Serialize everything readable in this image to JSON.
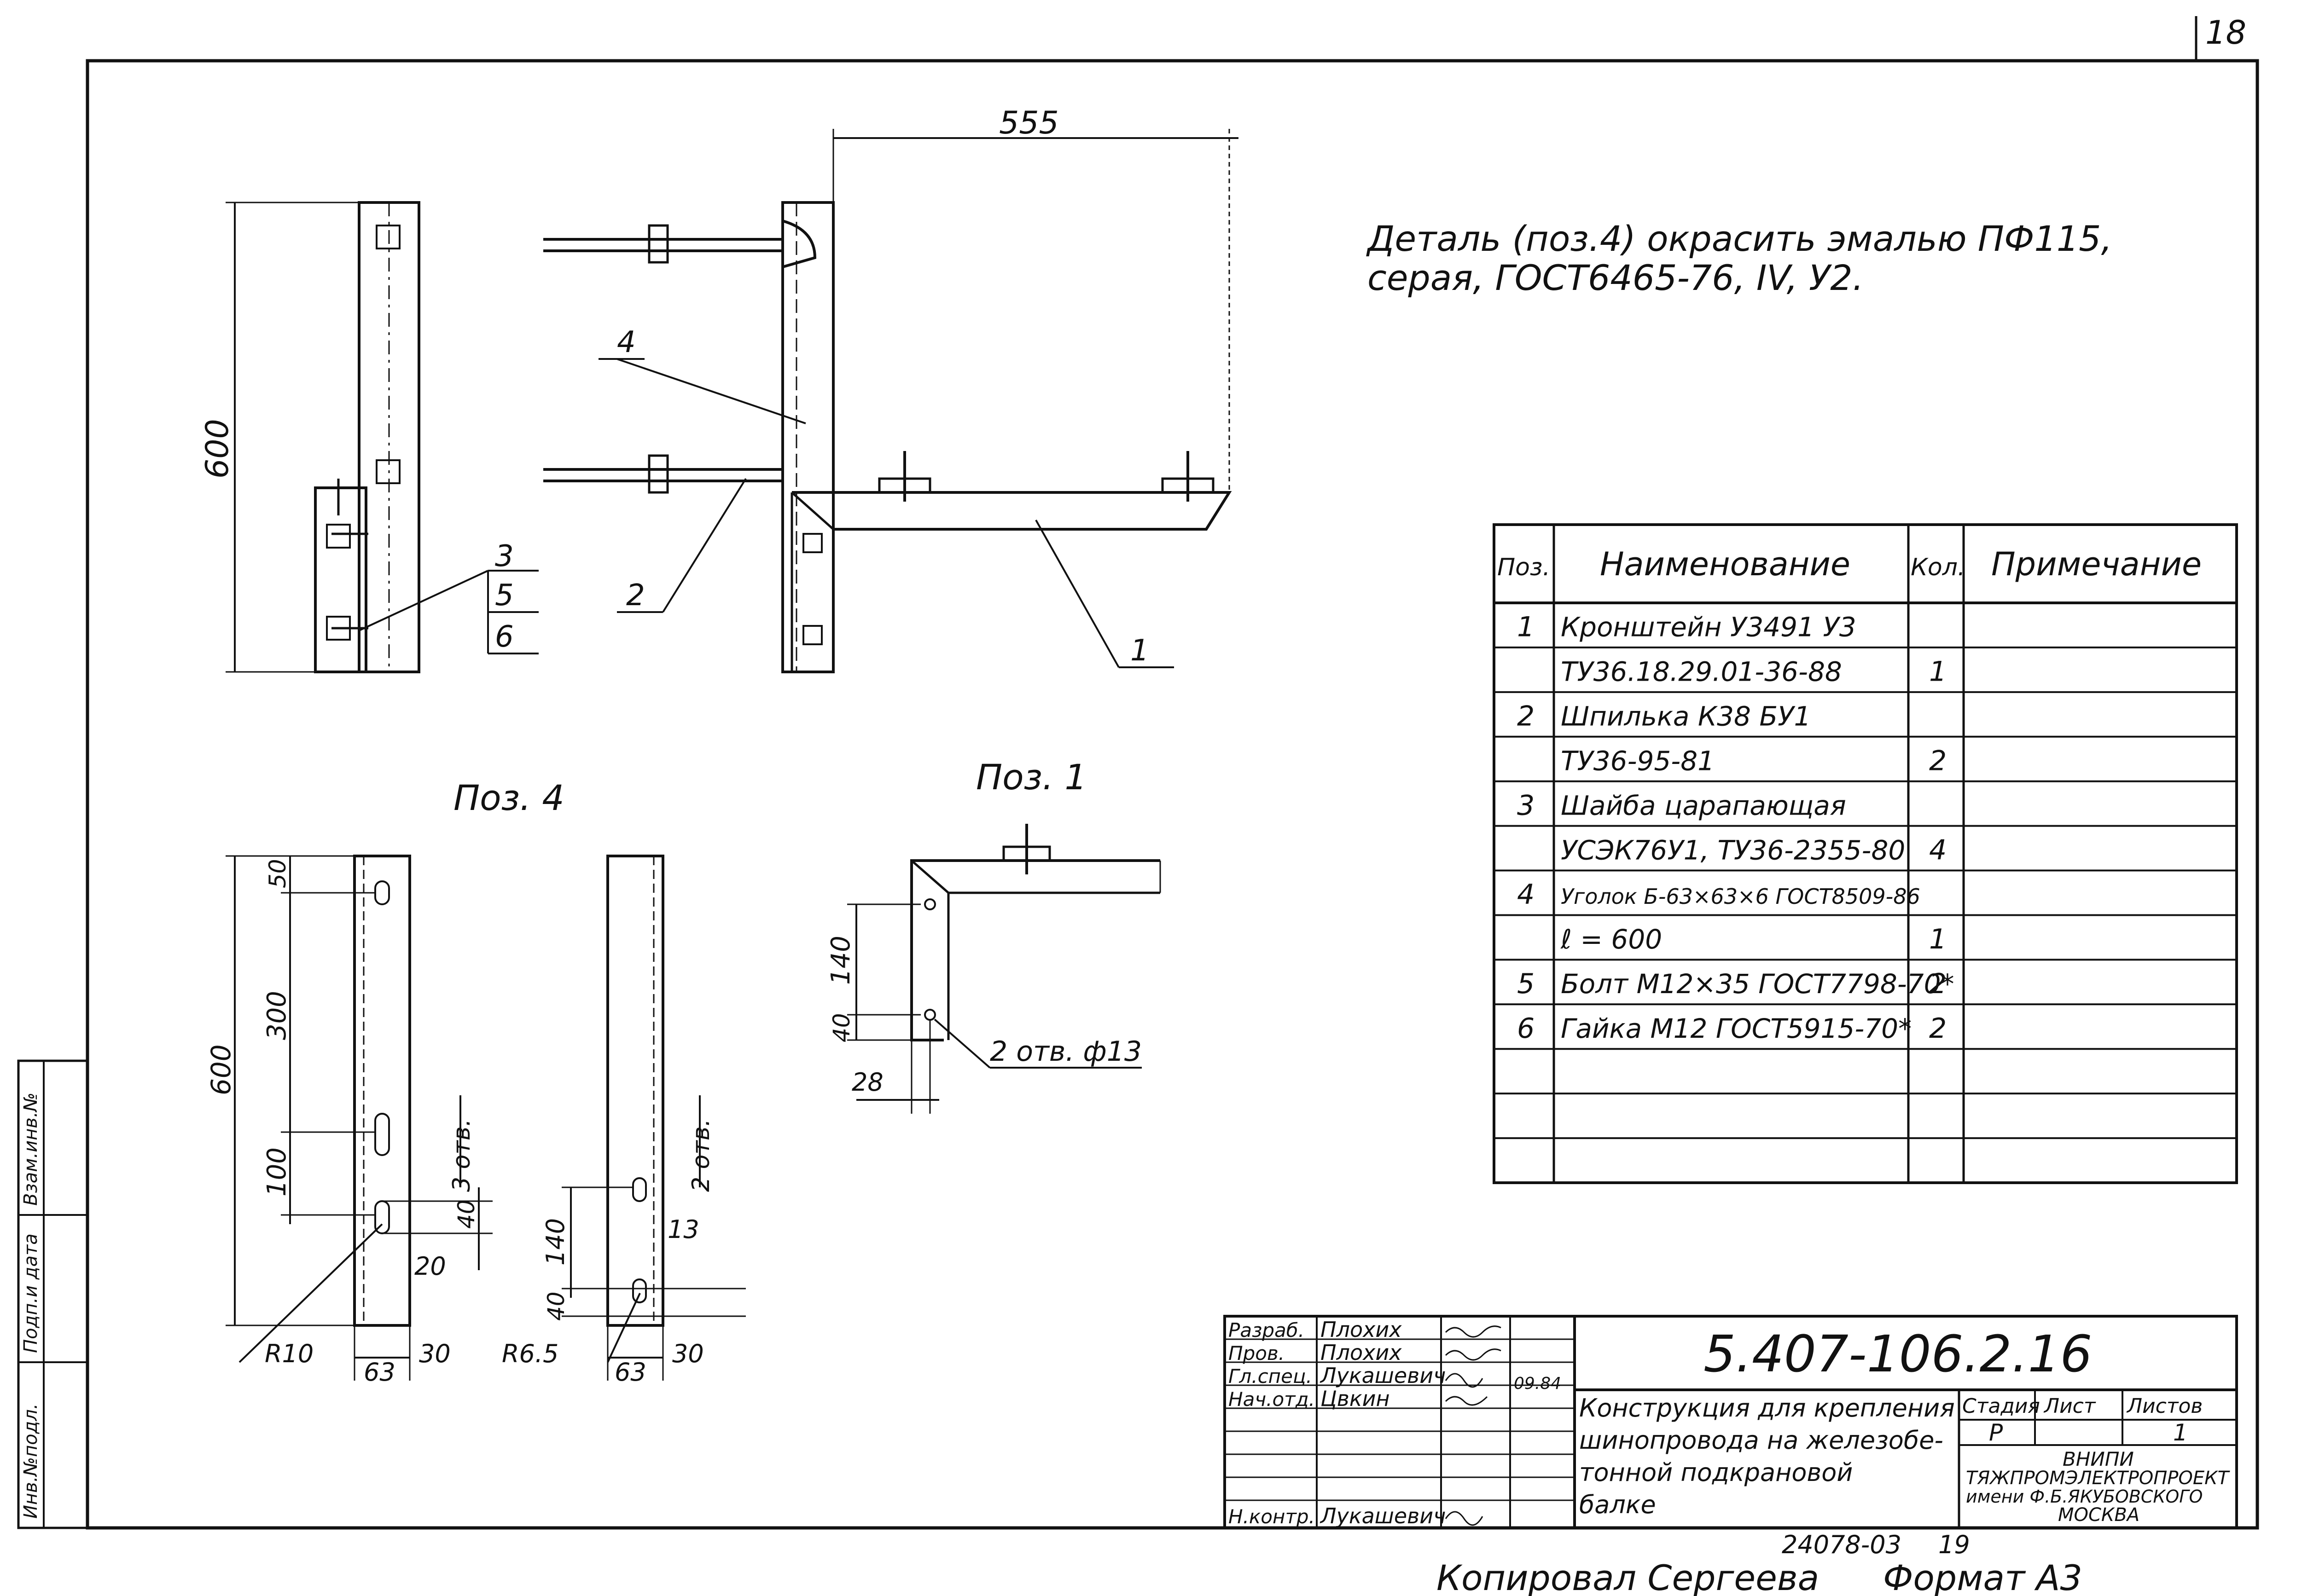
{
  "sheet": {
    "page_number": "18",
    "note_line1": "Деталь (поз.4) окрасить эмалью ПФ115,",
    "note_line2": "серая, ГОСТ6465-76, IV, У2.",
    "copied_by": "Копировал Сергеева",
    "format": "Формат А3",
    "archive_number": "24078-03",
    "archive_sheet": "19",
    "left_strip": [
      "Инв.№подл.",
      "Подп.и дата",
      "Взам.инв.№"
    ]
  },
  "drawing": {
    "main_view": {
      "dims": {
        "height": "600",
        "length": "555"
      },
      "callouts": {
        "bracket": "1",
        "stud": "2",
        "washer": "3",
        "bolt": "5",
        "nut": "6",
        "angle": "4"
      }
    },
    "pos4": {
      "title": "Поз. 4",
      "dims": {
        "total": "600",
        "d1": "50",
        "d2": "300",
        "d3": "100",
        "d4": "40",
        "d5": "20",
        "width": "63",
        "edge": "30",
        "radius": "R10",
        "holes": "3 отв."
      },
      "dims2": {
        "d1": "140",
        "d2": "40",
        "d3": "13",
        "width": "63",
        "edge": "30",
        "radius": "R6.5",
        "holes": "2 отв."
      }
    },
    "pos1": {
      "title": "Поз. 1",
      "dims": {
        "d1": "140",
        "d2": "40",
        "d3": "28",
        "holes": "2 отв. ф13"
      }
    }
  },
  "spec_table": {
    "headers": [
      "Поз.",
      "Наименование",
      "Кол.",
      "Примечание"
    ],
    "rows": [
      [
        "1",
        "Кронштейн У3491 У3",
        "",
        ""
      ],
      [
        "",
        "ТУ36.18.29.01-36-88",
        "1",
        ""
      ],
      [
        "2",
        "Шпилька К38 БУ1",
        "",
        ""
      ],
      [
        "",
        "ТУ36-95-81",
        "2",
        ""
      ],
      [
        "3",
        "Шайба царапающая",
        "",
        ""
      ],
      [
        "",
        "УСЭК76У1, ТУ36-2355-80",
        "4",
        ""
      ],
      [
        "4",
        "Уголок Б-63×63×6 ГОСТ8509-86",
        "",
        ""
      ],
      [
        "",
        "ℓ = 600",
        "1",
        ""
      ],
      [
        "5",
        "Болт М12×35 ГОСТ7798-70*",
        "2",
        ""
      ],
      [
        "6",
        "Гайка М12 ГОСТ5915-70*",
        "2",
        ""
      ],
      [
        "",
        "",
        "",
        ""
      ],
      [
        "",
        "",
        "",
        ""
      ],
      [
        "",
        "",
        "",
        ""
      ]
    ]
  },
  "title_block": {
    "doc_code": "5.407-106.2.16",
    "roles": [
      "Разраб.",
      "Пров.",
      "Гл.спец.",
      "Нач.отд.",
      "Н.контр."
    ],
    "names": [
      "Плохих",
      "Плохих",
      "Лукашевич",
      "Цвкин",
      "Лукашевич"
    ],
    "date": "09.84",
    "title_lines": [
      "Конструкция для крепления",
      "шинопровода на железобе-",
      "тонной подкрановой",
      "балке"
    ],
    "stage_header": "Стадия",
    "sheet_header": "Лист",
    "sheets_header": "Листов",
    "stage": "Р",
    "sheets": "1",
    "org_lines": [
      "ВНИПИ",
      "ТЯЖПРОМЭЛЕКТРОПРОЕКТ",
      "имени Ф.Б.ЯКУБОВСКОГО",
      "МОСКВА"
    ]
  }
}
